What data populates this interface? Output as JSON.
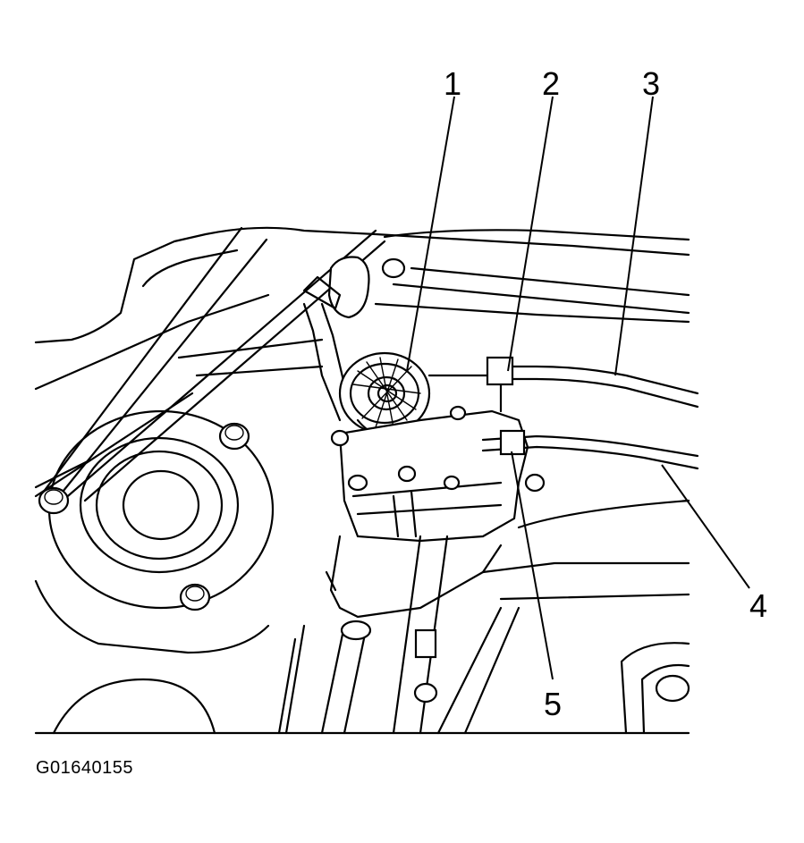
{
  "figure_id": "G01640155",
  "callouts": [
    {
      "num": "1"
    },
    {
      "num": "2"
    },
    {
      "num": "3"
    },
    {
      "num": "4"
    },
    {
      "num": "5"
    }
  ],
  "colors": {
    "line": "#000000",
    "background": "#ffffff"
  }
}
